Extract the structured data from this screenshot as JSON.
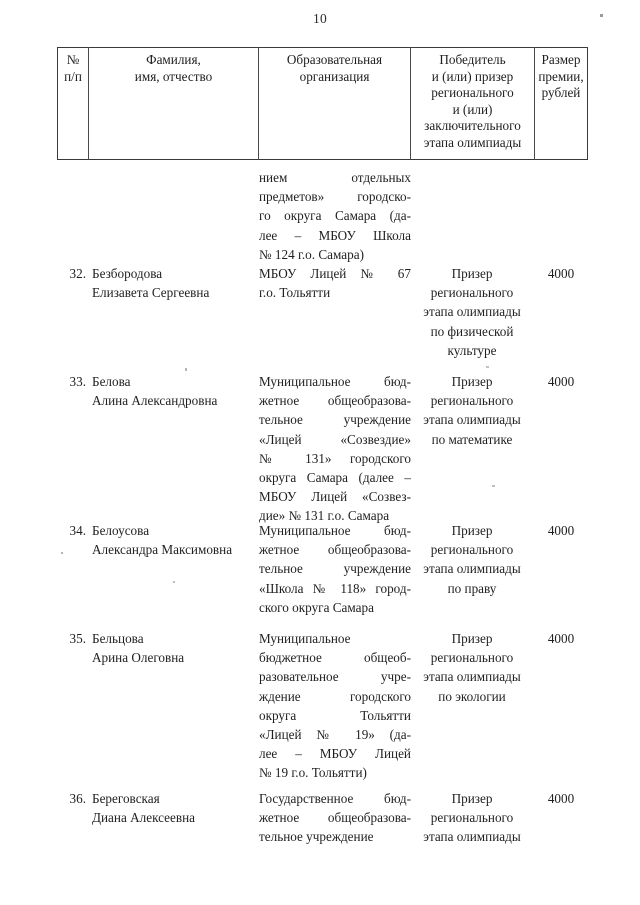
{
  "document": {
    "page_number": "10",
    "language": "ru"
  },
  "table": {
    "headers": {
      "number": "№\nп/п",
      "number_line1": "№",
      "number_line2": "п/п",
      "name_line1": "Фамилия,",
      "name_line2": "имя, отчество",
      "org_line1": "Образовательная",
      "org_line2": "организация",
      "award_line1": "Победитель",
      "award_line2": "и (или) призер",
      "award_line3": "регионального",
      "award_line4": "и (или)",
      "award_line5": "заключительного",
      "award_line6": "этапа олимпиады",
      "prize_line1": "Размер",
      "prize_line2": "премии,",
      "prize_line3": "рублей"
    },
    "continued_row": {
      "number": "",
      "name": "",
      "org_lines": [
        "нием отдельных",
        "предметов» городско-",
        "го округа Самара (да-",
        "лее – МБОУ Школа",
        "№ 124 г.о. Самара)"
      ],
      "award_lines": [],
      "prize": ""
    },
    "rows": [
      {
        "number": "32.",
        "name_lines": [
          "Безбородова",
          "Елизавета Сергеевна"
        ],
        "org_lines": [
          "МБОУ Лицей № 67",
          "г.о. Тольятти"
        ],
        "award_lines": [
          "Призер",
          "регионального",
          "этапа олимпиады",
          "по физической",
          "культуре"
        ],
        "prize": "4000"
      },
      {
        "number": "33.",
        "name_lines": [
          "Белова",
          "Алина Александровна"
        ],
        "org_lines": [
          "Муниципальное бюд-",
          "жетное общеобразова-",
          "тельное учреждение",
          "«Лицей «Созвездие»",
          "№ 131» городского",
          "округа Самара (далее –",
          "МБОУ Лицей «Созвез-",
          "дие» № 131 г.о. Самара"
        ],
        "award_lines": [
          "Призер",
          "регионального",
          "этапа олимпиады",
          "по математике"
        ],
        "prize": "4000"
      },
      {
        "number": "34.",
        "name_lines": [
          "Белоусова",
          "Александра Максимовна"
        ],
        "org_lines": [
          "Муниципальное бюд-",
          "жетное общеобразова-",
          "тельное учреждение",
          "«Школа № 118» город-",
          "ского округа Самара"
        ],
        "award_lines": [
          "Призер",
          "регионального",
          "этапа олимпиады",
          "по праву"
        ],
        "prize": "4000"
      },
      {
        "number": "35.",
        "name_lines": [
          "Бельцова",
          "Арина Олеговна"
        ],
        "org_lines": [
          "Муниципальное",
          "бюджетное общеоб-",
          "разовательное учре-",
          "ждение городского",
          "округа Тольятти",
          "«Лицей № 19» (да-",
          "лее – МБОУ Лицей",
          "№ 19 г.о. Тольятти)"
        ],
        "award_lines": [
          "Призер",
          "регионального",
          "этапа олимпиады",
          "по экологии"
        ],
        "prize": "4000"
      },
      {
        "number": "36.",
        "name_lines": [
          "Береговская",
          "Диана Алексеевна"
        ],
        "org_lines": [
          "Государственное бюд-",
          "жетное общеобразова-",
          "тельное учреждение"
        ],
        "award_lines": [
          "Призер",
          "регионального",
          "этапа олимпиады"
        ],
        "prize": "4000"
      }
    ]
  }
}
